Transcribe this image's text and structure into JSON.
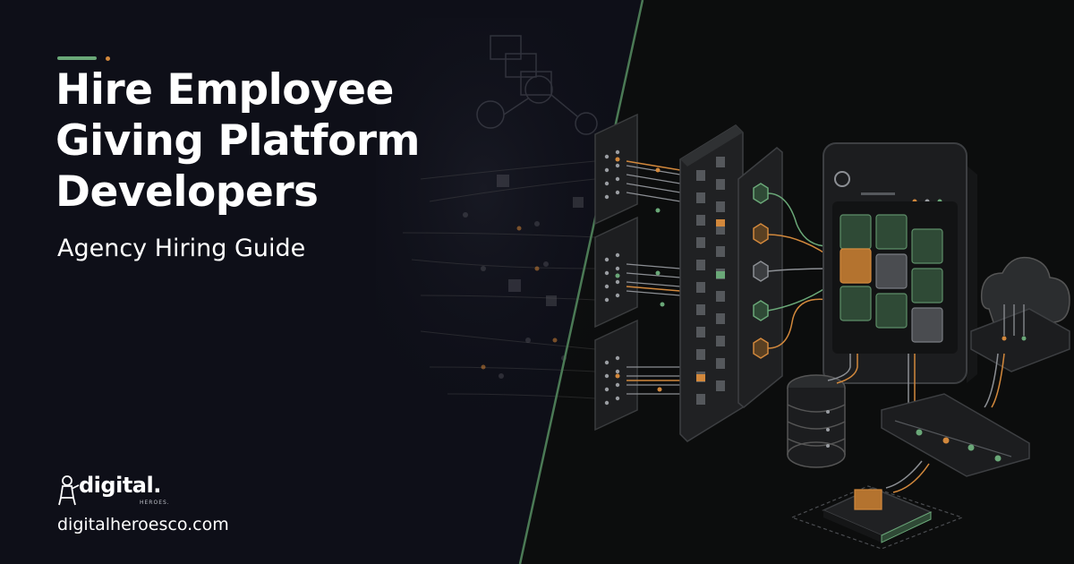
{
  "header": {
    "title_lines": [
      "Hire Employee",
      "Giving Platform",
      "Developers"
    ],
    "subtitle": "Agency Hiring Guide"
  },
  "brand": {
    "logo_word": "digital.",
    "logo_sub": "HEROES.",
    "website": "digitalheroesco.com"
  },
  "colors": {
    "background_left": "#0e0f18",
    "background_right": "#0d0e0e",
    "divider": "#4b7a55",
    "accent_green": "#6aa878",
    "accent_orange": "#d2883c",
    "text": "#ffffff"
  },
  "illustration": {
    "description_icons": [
      "server-rack-icon",
      "database-icon",
      "cloud-icon",
      "chip-icon",
      "dashboard-grid-icon",
      "network-nodes-icon"
    ]
  }
}
